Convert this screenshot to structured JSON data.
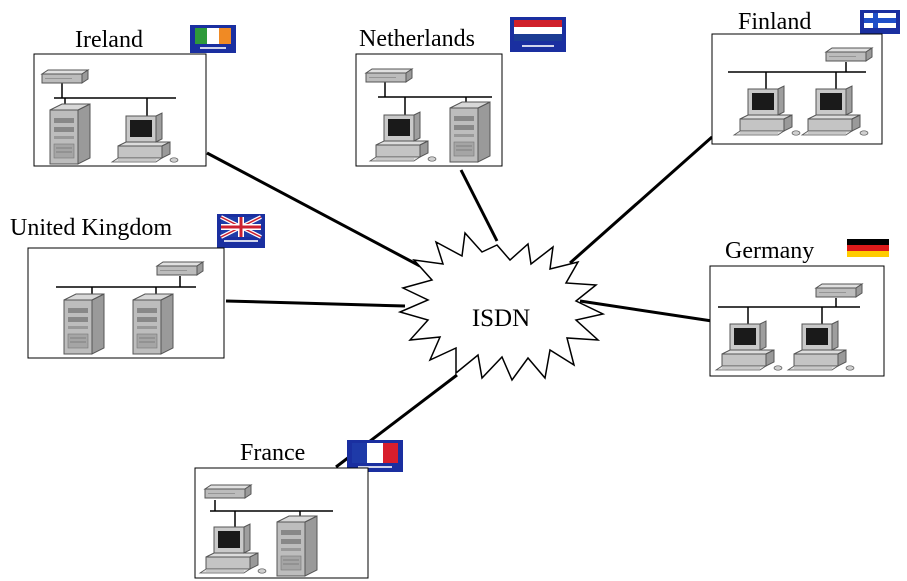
{
  "diagram": {
    "center": {
      "label": "ISDN"
    },
    "sites": [
      {
        "id": "ireland",
        "name": "Ireland",
        "flag": "ireland"
      },
      {
        "id": "netherlands",
        "name": "Netherlands",
        "flag": "netherlands"
      },
      {
        "id": "finland",
        "name": "Finland",
        "flag": "finland"
      },
      {
        "id": "united-kingdom",
        "name": "United Kingdom",
        "flag": "united-kingdom"
      },
      {
        "id": "germany",
        "name": "Germany",
        "flag": "germany"
      },
      {
        "id": "france",
        "name": "France",
        "flag": "france"
      }
    ]
  },
  "colors": {
    "line": "#000000",
    "box_border": "#000000",
    "flag_frame": "#1a2fa0",
    "ireland_green": "#2e9a3a",
    "ireland_orange": "#f08a24",
    "netherlands_red": "#d0202a",
    "netherlands_blue": "#1b3c94",
    "finland_blue": "#1f4fc8",
    "uk_red": "#cc2030",
    "uk_blue": "#1e3ca8",
    "germany_red": "#dd1a1a",
    "germany_gold": "#ffcc00",
    "france_blue": "#1e3aa8",
    "france_red": "#d81e2c",
    "device_grey": "#b8b8b8",
    "device_dark": "#6a6a6a"
  }
}
